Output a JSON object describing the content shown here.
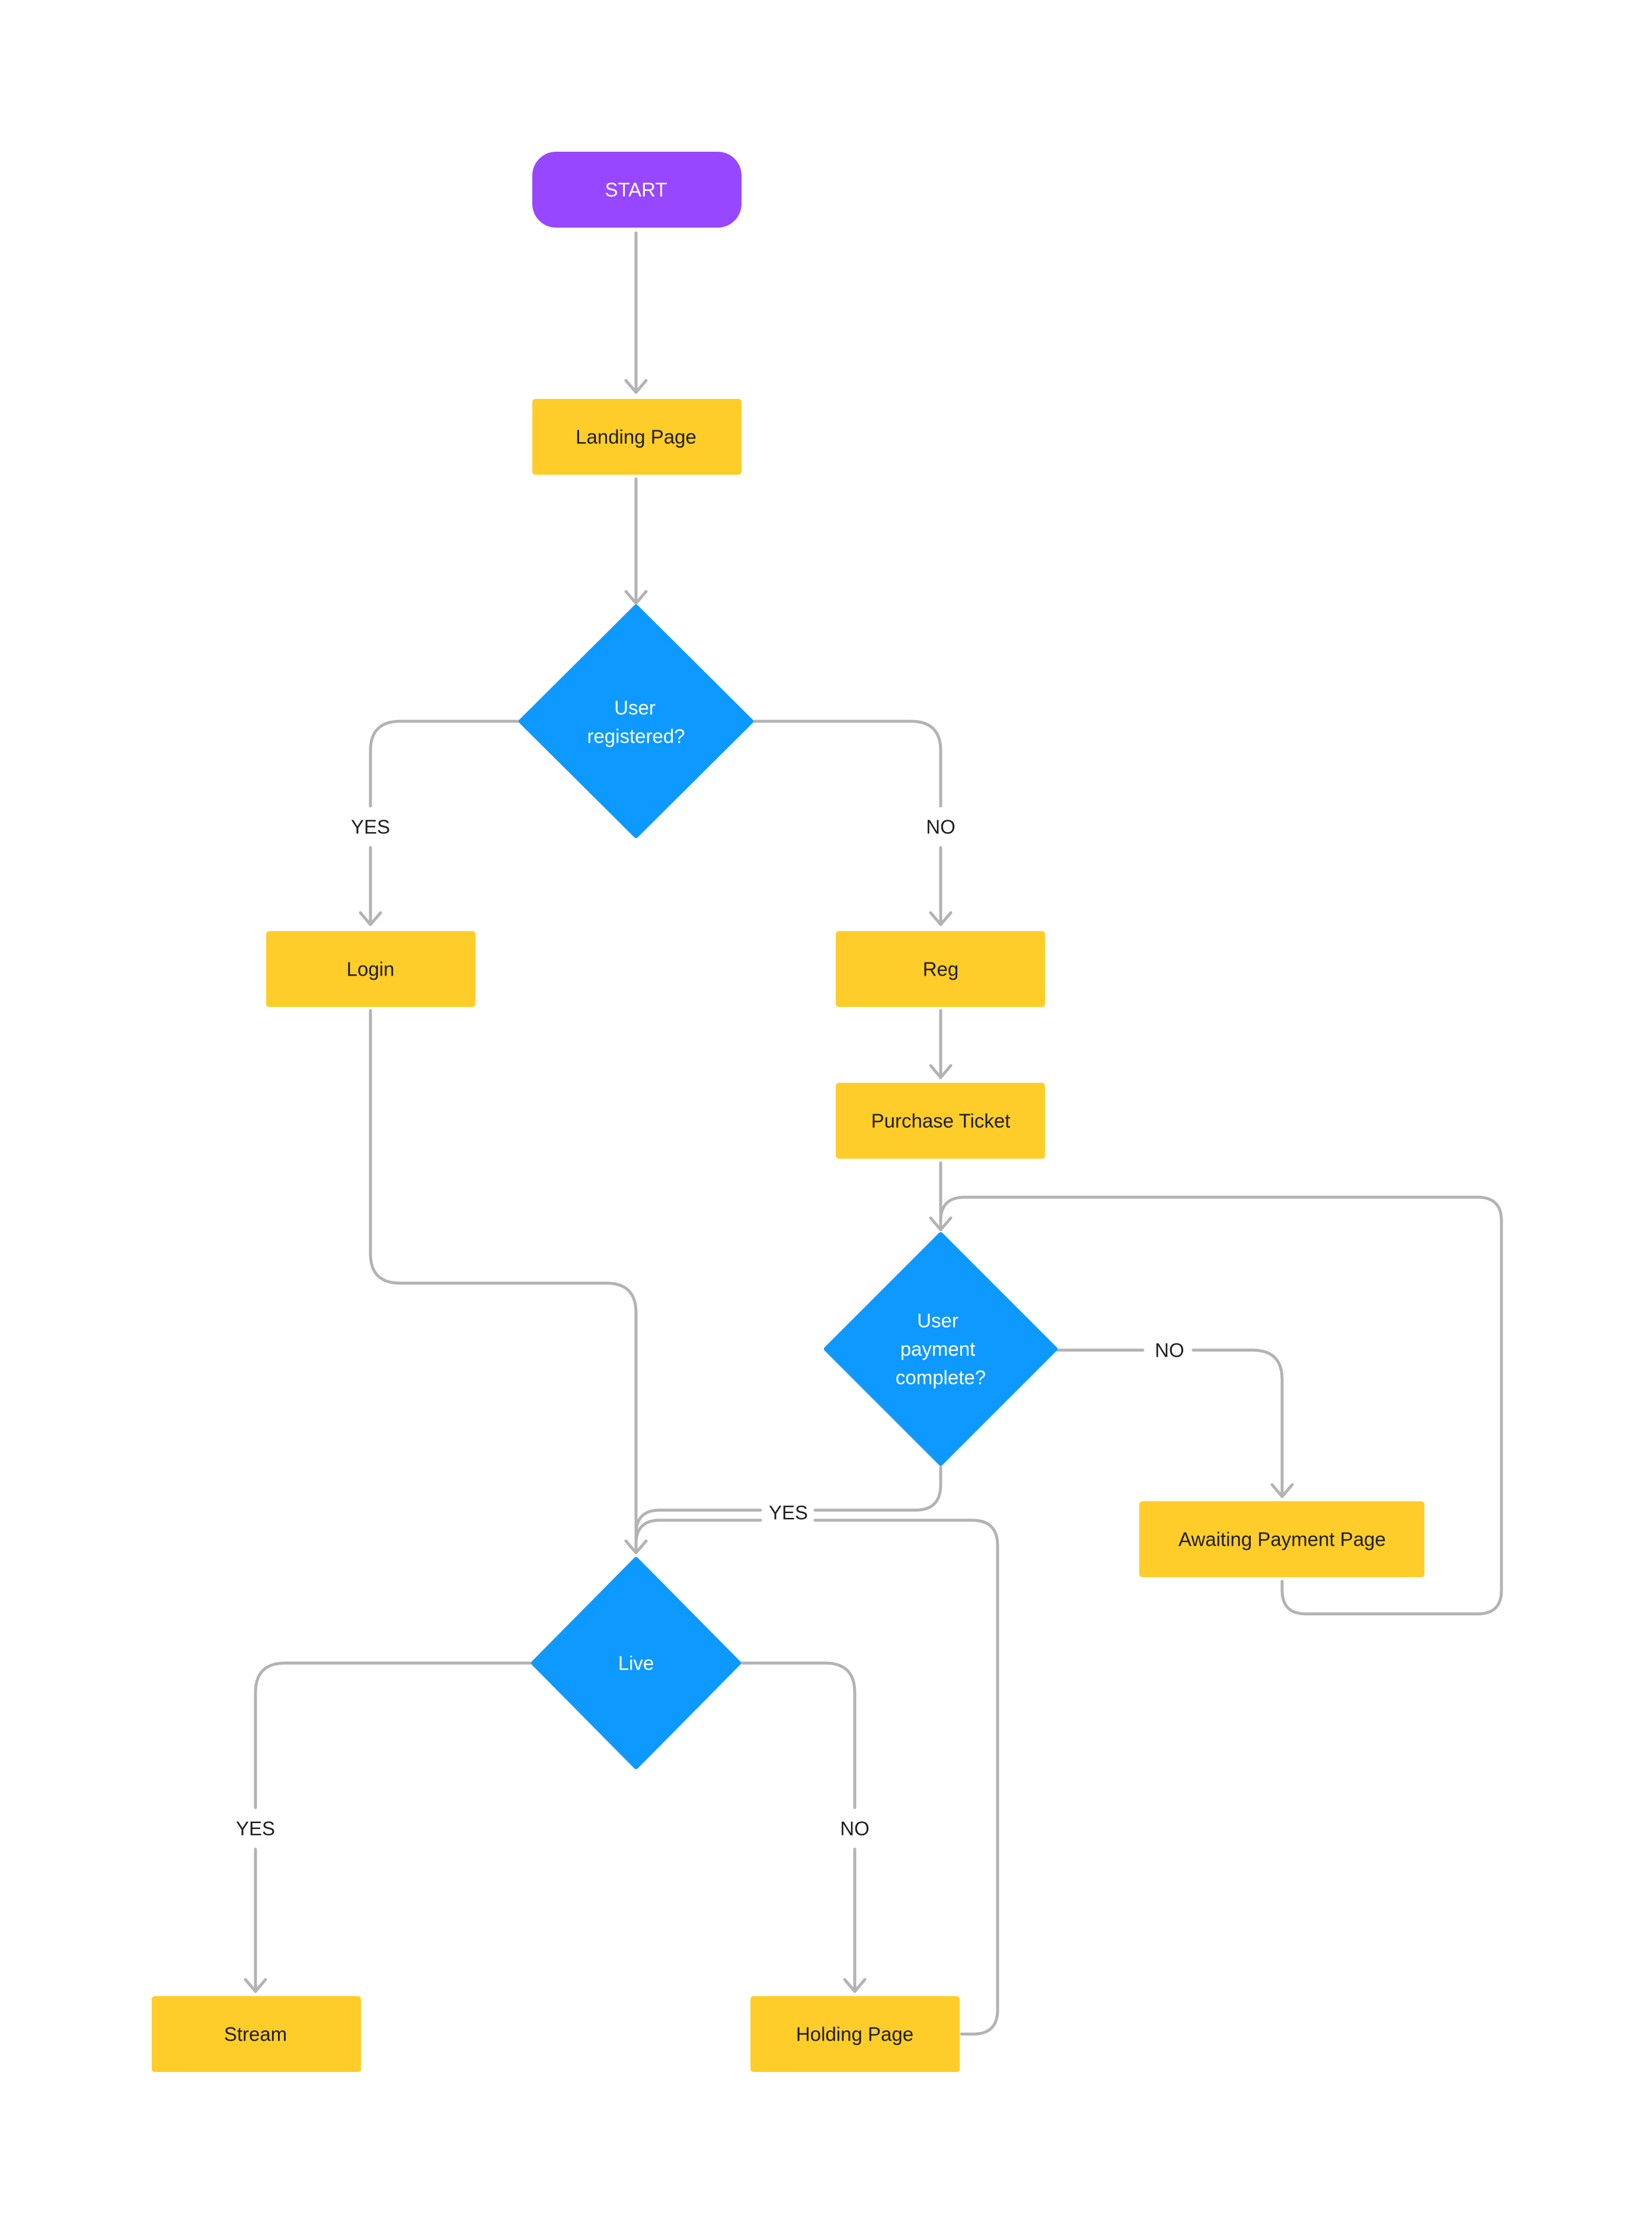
{
  "colors": {
    "start": "#9747ff",
    "process": "#ffcd29",
    "decision": "#0d99ff",
    "connector": "#b3b3b3",
    "dark_text": "#1e1e1e",
    "light_text": "#ffffff"
  },
  "nodes": {
    "start": "START",
    "landing_page": "Landing Page",
    "user_registered": [
      "User",
      "registered?"
    ],
    "login": "Login",
    "reg": "Reg",
    "purchase_ticket": "Purchase Ticket",
    "user_payment_complete": [
      "User",
      "payment",
      "complete?"
    ],
    "awaiting_payment_page": "Awaiting Payment Page",
    "live": "Live",
    "stream": "Stream",
    "holding_page": "Holding Page"
  },
  "labels": {
    "registered_yes": "YES",
    "registered_no": "NO",
    "payment_no": "NO",
    "payment_yes": "YES",
    "live_yes": "YES",
    "live_no": "NO"
  }
}
